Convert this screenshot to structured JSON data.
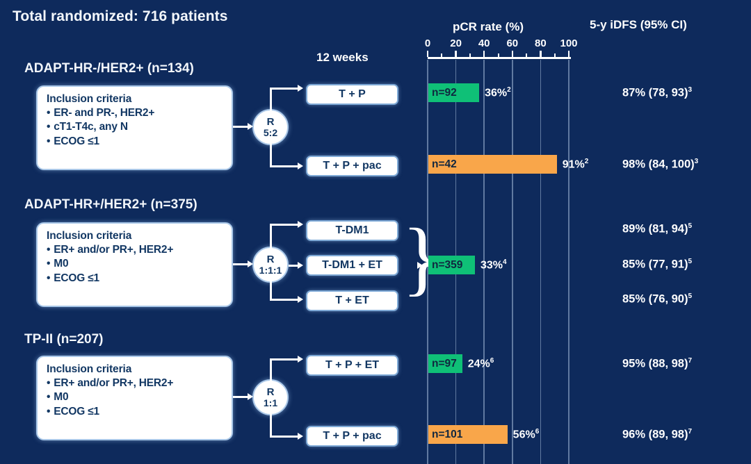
{
  "header": {
    "total_randomized": "Total randomized: 716 patients",
    "weeks_label": "12 weeks",
    "pcr_label": "pCR rate (%)",
    "idfs_label": "5-y iDFS (95% CI)"
  },
  "colors": {
    "background": "#0e2a5c",
    "bar_green": "#0fc077",
    "bar_orange": "#f9a64a",
    "box_fill": "#ffffff",
    "box_text": "#123763",
    "gridline": "#7d96b8"
  },
  "axis": {
    "min": 0,
    "max": 100,
    "major_ticks": [
      0,
      20,
      40,
      60,
      80,
      100
    ],
    "minor_ticks": [
      10,
      30,
      50,
      70,
      90
    ],
    "tick_labels": [
      "0",
      "20",
      "40",
      "60",
      "80",
      "100"
    ]
  },
  "chart_data": {
    "type": "bar",
    "title": "pCR rate (%)",
    "xlabel": "pCR rate (%)",
    "ylabel": "",
    "xlim": [
      0,
      100
    ],
    "grid": true,
    "orientation": "horizontal",
    "categories": [
      "ADAPT-HR-/HER2+ : T + P",
      "ADAPT-HR-/HER2+ : T + P + pac",
      "ADAPT-HR+/HER2+ : pooled (T-DM1, T-DM1 + ET, T + ET)",
      "TP-II : T + P + ET",
      "TP-II : T + P + pac"
    ],
    "values": [
      36,
      91,
      33,
      24,
      56
    ],
    "bar_labels": [
      "n=92",
      "n=42",
      "n=359",
      "n=97",
      "n=101"
    ],
    "value_labels": [
      "36%",
      "91%",
      "33%",
      "24%",
      "56%"
    ],
    "footnotes": [
      "2",
      "2",
      "4",
      "6",
      "6"
    ],
    "bar_colors": [
      "#0fc077",
      "#f9a64a",
      "#0fc077",
      "#0fc077",
      "#f9a64a"
    ]
  },
  "cohorts": [
    {
      "title": "ADAPT-HR-/HER2+ (n=134)",
      "criteria_title": "Inclusion criteria",
      "criteria": [
        "ER- and PR-, HER2+",
        "cT1-T4c, any N",
        "ECOG ≤1"
      ],
      "randomization": {
        "letter": "R",
        "ratio": "5:2"
      },
      "arms": [
        {
          "label": "T + P",
          "bar": {
            "n_label": "n=92",
            "value": 36,
            "value_label": "36%",
            "footnote": "2",
            "color": "green"
          },
          "idfs": "87%  (78, 93)",
          "idfs_footnote": "3"
        },
        {
          "label": "T + P + pac",
          "bar": {
            "n_label": "n=42",
            "value": 91,
            "value_label": "91%",
            "footnote": "2",
            "color": "orange"
          },
          "idfs": "98%  (84, 100)",
          "idfs_footnote": "3"
        }
      ]
    },
    {
      "title": "ADAPT-HR+/HER2+ (n=375)",
      "criteria_title": "Inclusion criteria",
      "criteria": [
        "ER+ and/or PR+, HER2+",
        "M0",
        "ECOG ≤1"
      ],
      "randomization": {
        "letter": "R",
        "ratio": "1:1:1"
      },
      "pooled_bar": {
        "n_label": "n=359",
        "value": 33,
        "value_label": "33%",
        "footnote": "4",
        "color": "green"
      },
      "arms": [
        {
          "label": "T-DM1",
          "idfs": "89%  (81, 94)",
          "idfs_footnote": "5"
        },
        {
          "label": "T-DM1 + ET",
          "idfs": "85%  (77, 91)",
          "idfs_footnote": "5"
        },
        {
          "label": "T + ET",
          "idfs": "85%  (76, 90)",
          "idfs_footnote": "5"
        }
      ]
    },
    {
      "title": "TP-II (n=207)",
      "criteria_title": "Inclusion criteria",
      "criteria": [
        "ER+ and/or PR+, HER2+",
        "M0",
        "ECOG ≤1"
      ],
      "randomization": {
        "letter": "R",
        "ratio": "1:1"
      },
      "arms": [
        {
          "label": "T + P + ET",
          "bar": {
            "n_label": "n=97",
            "value": 24,
            "value_label": "24%",
            "footnote": "6",
            "color": "green"
          },
          "idfs": "95%  (88, 98)",
          "idfs_footnote": "7"
        },
        {
          "label": "T + P + pac",
          "bar": {
            "n_label": "n=101",
            "value": 56,
            "value_label": "56%",
            "footnote": "6",
            "color": "orange"
          },
          "idfs": "96%  (89, 98)",
          "idfs_footnote": "7"
        }
      ]
    }
  ]
}
